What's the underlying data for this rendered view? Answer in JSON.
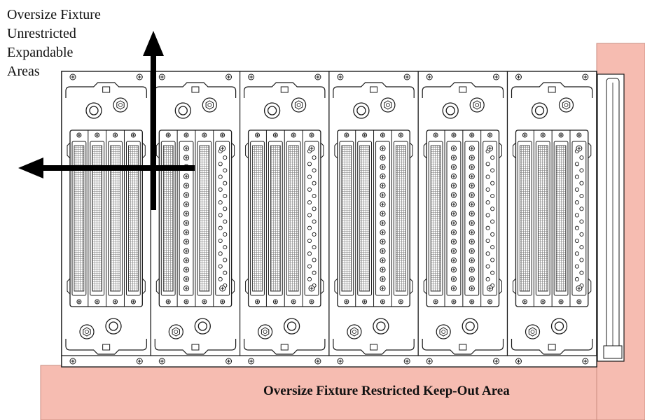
{
  "labels": {
    "expandable_lines": [
      "Oversize Fixture",
      "Unrestricted",
      "Expandable",
      "Areas"
    ],
    "keepout": "Oversize Fixture Restricted Keep-Out Area"
  },
  "colors": {
    "keepout_fill": "#f6bcb1",
    "keepout_edge": "#c98b80",
    "line": "#1a1a1a",
    "arrow": "#000000"
  },
  "modules": [
    {
      "name": "module-1",
      "connectors": [
        "dense",
        "dense",
        "dense",
        "dense"
      ]
    },
    {
      "name": "module-2",
      "connectors": [
        "dense",
        "single",
        "dense",
        "double"
      ]
    },
    {
      "name": "module-3",
      "connectors": [
        "dense",
        "dense",
        "dense",
        "double"
      ]
    },
    {
      "name": "module-4",
      "connectors": [
        "dense",
        "dense",
        "single",
        "dense"
      ]
    },
    {
      "name": "module-5",
      "connectors": [
        "dense",
        "single",
        "single",
        "double"
      ]
    },
    {
      "name": "module-6",
      "connectors": [
        "dense",
        "dense",
        "dense",
        "double"
      ]
    }
  ]
}
